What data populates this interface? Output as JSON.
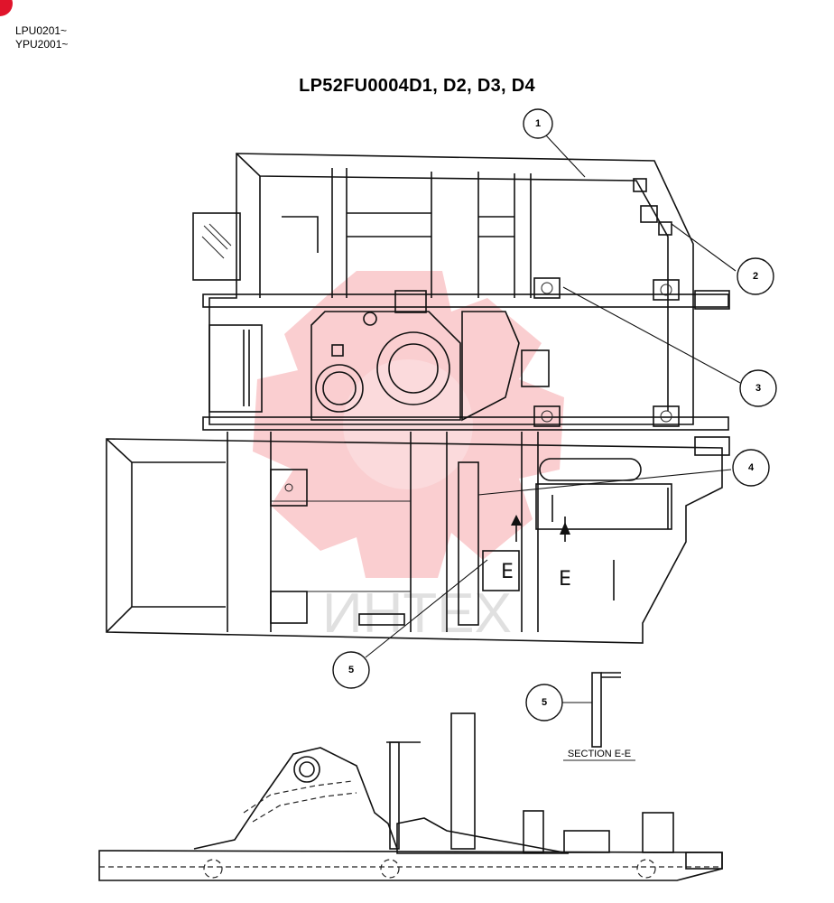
{
  "header": {
    "serial_ranges": [
      "LPU0201~",
      "YPU2001~"
    ],
    "title": "LP52FU0004D1, D2, D3, D4"
  },
  "callouts": [
    {
      "number": "1"
    },
    {
      "number": "2"
    },
    {
      "number": "3"
    },
    {
      "number": "4"
    },
    {
      "number": "5"
    },
    {
      "number": "5"
    }
  ],
  "section_detail": {
    "caption": "SECTION E-E",
    "section_markers": [
      "E",
      "E"
    ]
  },
  "watermark": {
    "text": "ИНТЕХ",
    "color": "#e8202a"
  },
  "colors": {
    "line": "#111111",
    "corner_mark": "#e0142b"
  }
}
